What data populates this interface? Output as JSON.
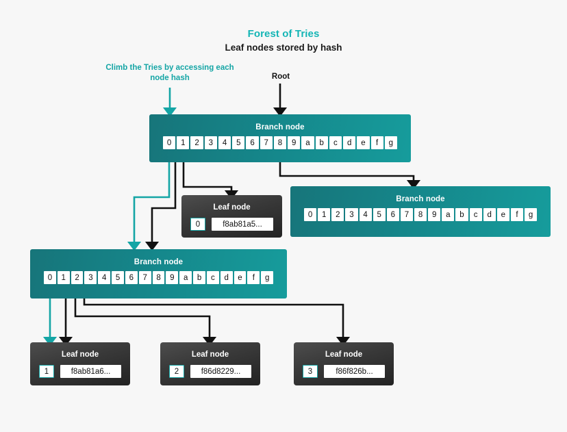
{
  "header": {
    "title": "Forest of Tries",
    "subtitle": "Leaf nodes stored by hash",
    "title_color": "#14b5b5"
  },
  "annotations": {
    "climb": "Climb the Tries by accessing each node hash",
    "root": "Root",
    "climb_color": "#14a5a5",
    "root_color": "#111111"
  },
  "labels": {
    "branch_node": "Branch node",
    "leaf_node": "Leaf node"
  },
  "nibbles": [
    "0",
    "1",
    "2",
    "3",
    "4",
    "5",
    "6",
    "7",
    "8",
    "9",
    "a",
    "b",
    "c",
    "d",
    "e",
    "f",
    "g"
  ],
  "nodes": {
    "root_branch": {
      "label": "Branch node",
      "cells": [
        "0",
        "1",
        "2",
        "3",
        "4",
        "5",
        "6",
        "7",
        "8",
        "9",
        "a",
        "b",
        "c",
        "d",
        "e",
        "f",
        "g"
      ]
    },
    "right_branch": {
      "label": "Branch node",
      "cells": [
        "0",
        "1",
        "2",
        "3",
        "4",
        "5",
        "6",
        "7",
        "8",
        "9",
        "a",
        "b",
        "c",
        "d",
        "e",
        "f",
        "g"
      ]
    },
    "left_branch": {
      "label": "Branch node",
      "cells": [
        "0",
        "1",
        "2",
        "3",
        "4",
        "5",
        "6",
        "7",
        "8",
        "9",
        "a",
        "b",
        "c",
        "d",
        "e",
        "f",
        "g"
      ]
    },
    "leaf_top": {
      "label": "Leaf node",
      "index": "0",
      "hash": "f8ab81a5..."
    },
    "leaf_1": {
      "label": "Leaf node",
      "index": "1",
      "hash": "f8ab81a6..."
    },
    "leaf_2": {
      "label": "Leaf node",
      "index": "2",
      "hash": "f86d8229..."
    },
    "leaf_3": {
      "label": "Leaf node",
      "index": "3",
      "hash": "f86f826b..."
    }
  },
  "colors": {
    "background": "#f7f7f7",
    "teal_accent": "#14a5a5",
    "branch_gradient_start": "#17757a",
    "branch_gradient_end": "#169c9c",
    "leaf_gradient_start": "#4d4d4d",
    "leaf_gradient_end": "#232323",
    "wire_black": "#111111"
  }
}
